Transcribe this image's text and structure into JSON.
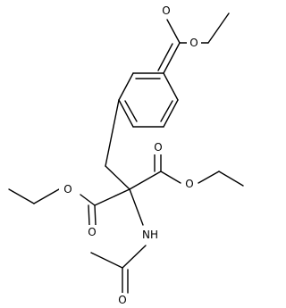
{
  "molecule": {
    "atom_labels": {
      "ester_o_carbonyl": "O",
      "ester_o_methoxy": "O",
      "left_o_ether": "O",
      "left_o_carbonyl": "O",
      "right_o_carbonyl": "O",
      "right_o_ether": "O",
      "amide_n": "NH",
      "amide_o": "O"
    }
  },
  "colors": {
    "bond": "#000000",
    "label": "#000000",
    "background": "#ffffff"
  }
}
